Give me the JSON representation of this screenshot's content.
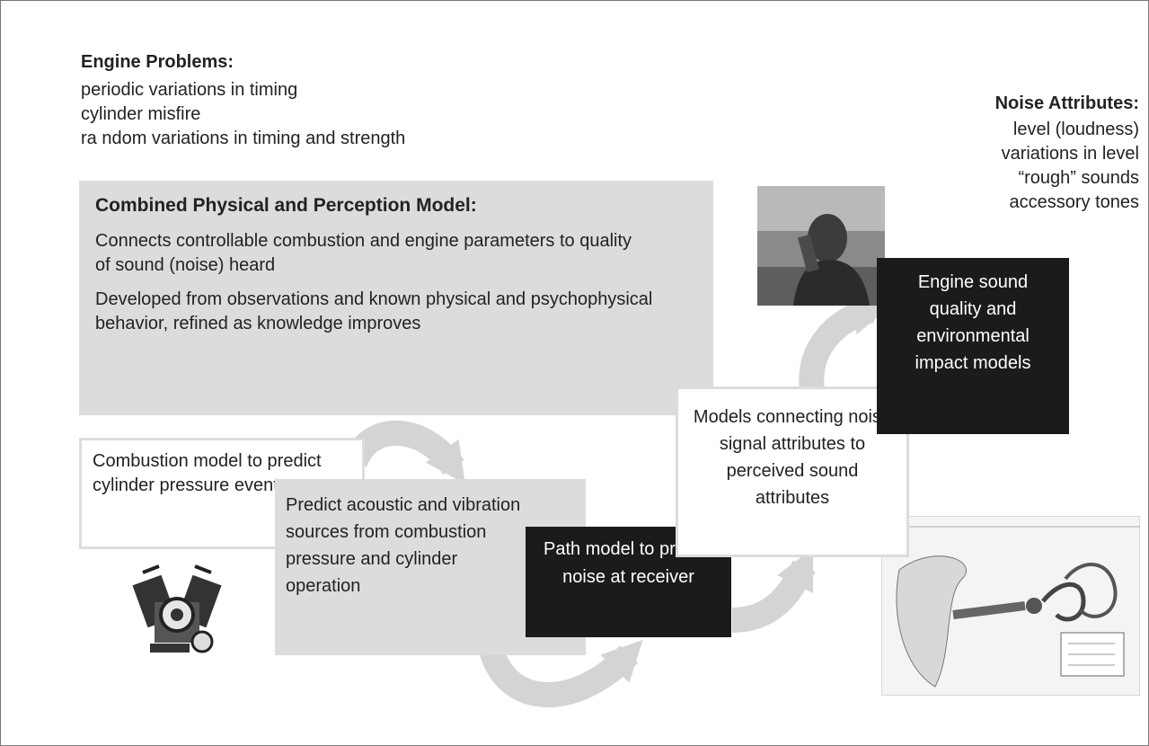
{
  "engine_problems": {
    "title": "Engine Problems:",
    "items": [
      "periodic variations in timing",
      "cylinder misfire",
      "ra ndom variations in timing and strength"
    ]
  },
  "noise_attributes": {
    "title": "Noise Attributes:",
    "items": [
      "level (loudness)",
      "variations in level",
      "“rough” sounds",
      "accessory tones"
    ]
  },
  "combined_model": {
    "title": "Combined Physical and Perception Model:",
    "para1": "Connects controllable combustion and engine parameters to quality of sound (noise) heard",
    "para2": "Developed from observations and known physical and psychophysical behavior, refined as knowledge improves"
  },
  "boxes": {
    "combustion": "Combustion model to predict cylinder pressure events",
    "acoustic": "Predict acoustic and vibration sources from combustion pressure and cylinder operation",
    "path": "Path model to predict noise at receiver",
    "models_connecting": "Models connecting noise signal attributes to perceived sound attributes",
    "engine_sound": "Engine sound quality and environmental impact models"
  },
  "icons": {
    "engine": "engine-icon",
    "person": "person-listening-photo",
    "ear": "ear-anatomy-diagram"
  },
  "colors": {
    "gray_box": "#dcdcdc",
    "black_box": "#1b1b1b",
    "arrow": "#d4d4d4"
  }
}
